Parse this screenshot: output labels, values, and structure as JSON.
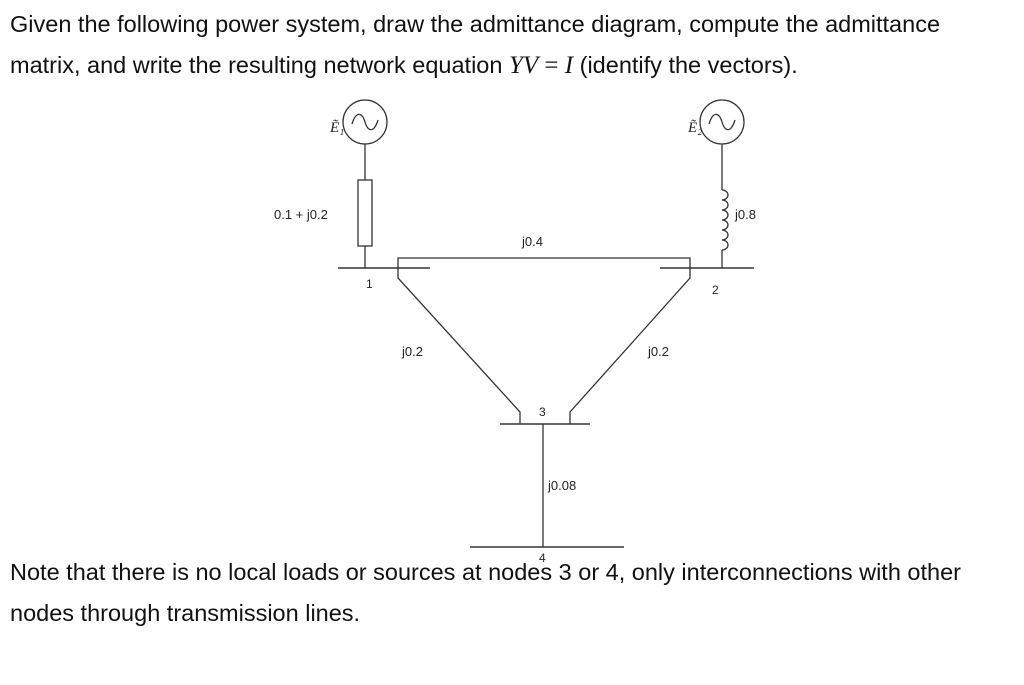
{
  "question": {
    "part1": "Given the following power system, draw the admittance diagram, compute the admittance matrix, and write the resulting network equation ",
    "eq_lhs": "YV",
    "eq_sign": " = ",
    "eq_rhs": "I",
    "part2": " (identify the vectors)."
  },
  "diagram": {
    "sources": [
      {
        "label": "Ẽ₁"
      },
      {
        "label": "Ẽ₂"
      }
    ],
    "impedances": {
      "gen1": "0.1 + j0.2",
      "gen2": "j0.8",
      "line12": "j0.4",
      "line13": "j0.2",
      "line23": "j0.2",
      "line34": "j0.08"
    },
    "buses": {
      "bus1": "1",
      "bus2": "2",
      "bus3": "3",
      "bus4": "4"
    }
  },
  "note": {
    "text": "Note that there is no local loads or sources at nodes 3 or 4, only interconnections with other nodes through transmission lines."
  }
}
